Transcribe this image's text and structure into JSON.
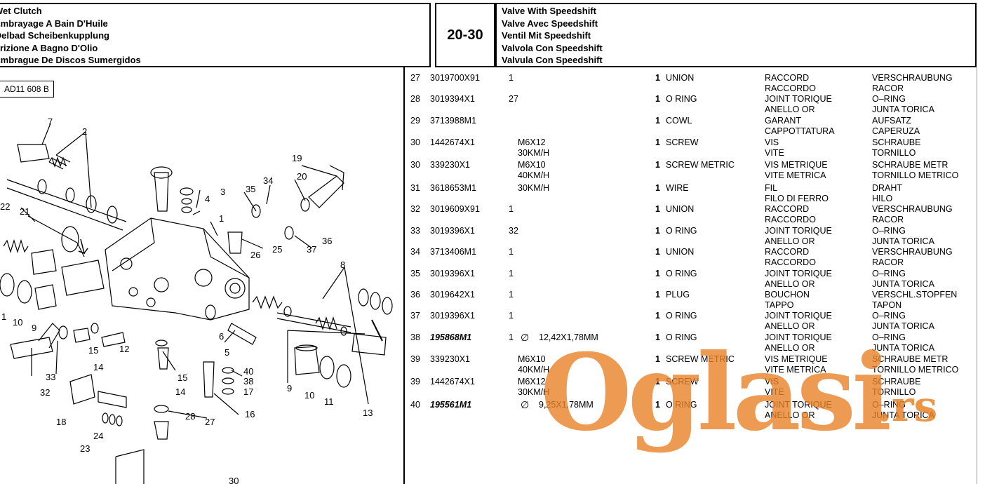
{
  "header": {
    "left_lines": [
      "Wet Clutch",
      "Embrayage A Bain D'Huile",
      "Oelbad Scheibenkupplung",
      "Frizione A Bagno D'Olio",
      "Embrague De Discos Sumergidos"
    ],
    "section_code": "20-30",
    "right_lines": [
      "Valve With Speedshift",
      "Valve Avec Speedshift",
      "Ventil Mit Speedshift",
      "Valvola Con Speedshift",
      "Valvula Con Speedshift"
    ]
  },
  "diagram": {
    "ref_label": "AD11 608 B",
    "callouts": [
      "7",
      "2",
      "22",
      "21",
      "1",
      "10",
      "9",
      "33",
      "32",
      "18",
      "24",
      "23",
      "14",
      "15",
      "12",
      "3",
      "4",
      "35",
      "34",
      "19",
      "20",
      "1",
      "26",
      "25",
      "37",
      "36",
      "8",
      "5",
      "6",
      "15",
      "14",
      "40",
      "38",
      "17",
      "16",
      "27",
      "28",
      "9",
      "10",
      "11",
      "13",
      "30"
    ]
  },
  "parts": [
    {
      "idx": "27",
      "pn": "3019700X91",
      "qty": "1",
      "spec1": "",
      "spec2": "",
      "one": "1",
      "en": "UNION",
      "fr": "RACCORD",
      "it": "RACCORDO",
      "de": "VERSCHRAUBUNG",
      "es": "RACOR"
    },
    {
      "idx": "28",
      "pn": "3019394X1",
      "qty": "27",
      "spec1": "",
      "spec2": "",
      "one": "1",
      "en": "O RING",
      "fr": "JOINT TORIQUE",
      "it": "ANELLO OR",
      "de": "O–RING",
      "es": "JUNTA TORICA"
    },
    {
      "idx": "29",
      "pn": "3713988M1",
      "qty": "",
      "spec1": "",
      "spec2": "",
      "one": "1",
      "en": "COWL",
      "fr": "GARANT",
      "it": "CAPPOTTATURA",
      "de": "AUFSATZ",
      "es": "CAPERUZA"
    },
    {
      "idx": "30",
      "pn": "1442674X1",
      "qty": "",
      "spec1": "M6X12",
      "spec2": "30KM/H",
      "one": "1",
      "en": "SCREW",
      "fr": "VIS",
      "it": "VITE",
      "de": "SCHRAUBE",
      "es": "TORNILLO"
    },
    {
      "idx": "30",
      "pn": "339230X1",
      "qty": "",
      "spec1": "M6X10",
      "spec2": "40KM/H",
      "one": "1",
      "en": "SCREW METRIC",
      "fr": "VIS METRIQUE",
      "it": "VITE METRICA",
      "de": "SCHRAUBE METR",
      "es": "TORNILLO METRICO"
    },
    {
      "idx": "31",
      "pn": "3618653M1",
      "qty": "",
      "spec1": "30KM/H",
      "spec2": "",
      "one": "1",
      "en": "WIRE",
      "fr": "FIL",
      "it": "FILO DI FERRO",
      "de": "DRAHT",
      "es": "HILO"
    },
    {
      "idx": "32",
      "pn": "3019609X91",
      "qty": "1",
      "spec1": "",
      "spec2": "",
      "one": "1",
      "en": "UNION",
      "fr": "RACCORD",
      "it": "RACCORDO",
      "de": "VERSCHRAUBUNG",
      "es": "RACOR"
    },
    {
      "idx": "33",
      "pn": "3019396X1",
      "qty": "32",
      "spec1": "",
      "spec2": "",
      "one": "1",
      "en": "O RING",
      "fr": "JOINT TORIQUE",
      "it": "ANELLO OR",
      "de": "O–RING",
      "es": "JUNTA TORICA"
    },
    {
      "idx": "34",
      "pn": "3713406M1",
      "qty": "1",
      "spec1": "",
      "spec2": "",
      "one": "1",
      "en": "UNION",
      "fr": "RACCORD",
      "it": "RACCORDO",
      "de": "VERSCHRAUBUNG",
      "es": "RACOR"
    },
    {
      "idx": "35",
      "pn": "3019396X1",
      "qty": "1",
      "spec1": "",
      "spec2": "",
      "one": "1",
      "en": "O RING",
      "fr": "JOINT TORIQUE",
      "it": "ANELLO OR",
      "de": "O–RING",
      "es": "JUNTA TORICA"
    },
    {
      "idx": "36",
      "pn": "3019642X1",
      "qty": "1",
      "spec1": "",
      "spec2": "",
      "one": "1",
      "en": "PLUG",
      "fr": "BOUCHON",
      "it": "TAPPO",
      "de": "VERSCHL.STOPFEN",
      "es": "TAPON"
    },
    {
      "idx": "37",
      "pn": "3019396X1",
      "qty": "1",
      "spec1": "",
      "spec2": "",
      "one": "1",
      "en": "O RING",
      "fr": "JOINT TORIQUE",
      "it": "ANELLO OR",
      "de": "O–RING",
      "es": "JUNTA TORICA"
    },
    {
      "idx": "38",
      "pn": "195868M1",
      "qty": "1",
      "dia": "∅",
      "spec1": "12,42X1,78MM",
      "spec2": "",
      "one": "1",
      "en": "O RING",
      "fr": "JOINT TORIQUE",
      "it": "ANELLO OR",
      "de": "O–RING",
      "es": "JUNTA TORICA"
    },
    {
      "idx": "39",
      "pn": "339230X1",
      "qty": "",
      "spec1": "M6X10",
      "spec2": "40KM/H",
      "one": "1",
      "en": "SCREW METRIC",
      "fr": "VIS METRIQUE",
      "it": "VITE METRICA",
      "de": "SCHRAUBE METR",
      "es": "TORNILLO METRICO"
    },
    {
      "idx": "39",
      "pn": "1442674X1",
      "qty": "",
      "spec1": "M6X12",
      "spec2": "30KM/H",
      "one": "1",
      "en": "SCREW",
      "fr": "VIS",
      "it": "VITE",
      "de": "SCHRAUBE",
      "es": "TORNILLO"
    },
    {
      "idx": "40",
      "pn": "195561M1",
      "qty": "",
      "dia": "∅",
      "spec1": "9,25X1,78MM",
      "spec2": "",
      "one": "1",
      "en": "O RING",
      "fr": "JOINT TORIQUE",
      "it": "ANELLO OR",
      "de": "O–RING",
      "es": "JUNTA TORICA"
    }
  ],
  "watermark": {
    "text": "Oglasi",
    "suffix": ".rs",
    "color": "#e88228"
  }
}
